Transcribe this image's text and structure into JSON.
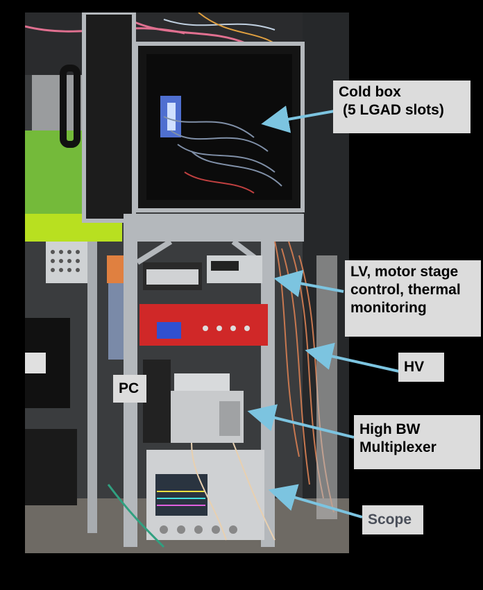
{
  "labels": {
    "cold_box": [
      "Cold box",
      "(5 LGAD slots)"
    ],
    "lv": [
      "LV, motor stage",
      "control, thermal",
      "monitoring"
    ],
    "hv": "HV",
    "pc": "PC",
    "mux": [
      "High BW",
      "Multiplexer"
    ],
    "scope": "Scope"
  },
  "colors": {
    "arrow": "#7cc4e0",
    "label_bg": "#dcdcdc",
    "scope_text": "#4a4f5a",
    "frame": "#b4b8bc"
  }
}
